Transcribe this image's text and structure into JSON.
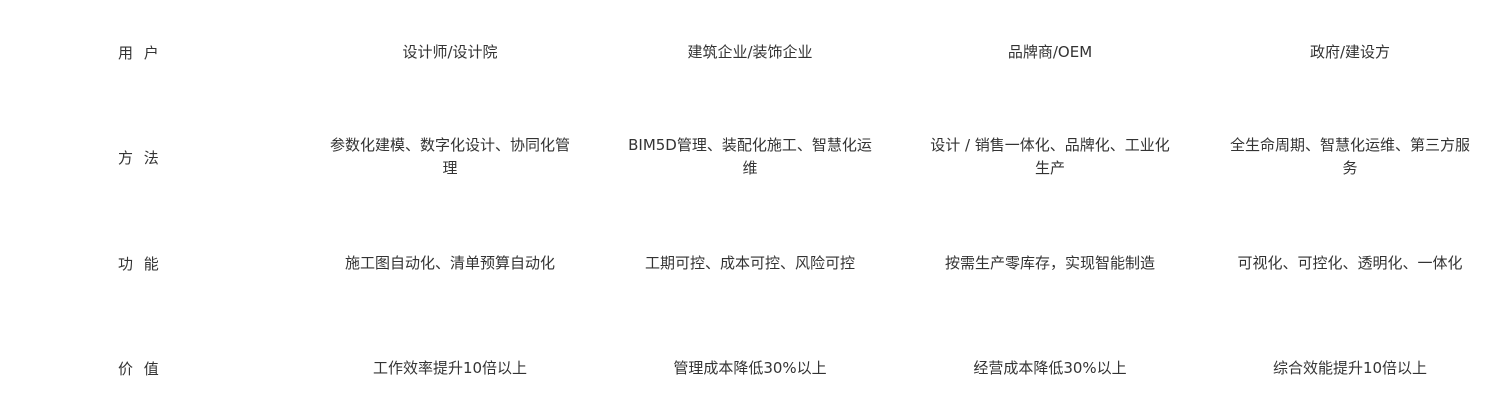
{
  "rows": [
    {
      "label": "用 户",
      "cells": [
        "设计师/设计院",
        "建筑企业/装饰企业",
        "品牌商/OEM",
        "政府/建设方"
      ]
    },
    {
      "label": "方 法",
      "cells": [
        "参数化建模、数字化设计、协同化管理",
        "BIM5D管理、装配化施工、智慧化运维",
        "设计 / 销售一体化、品牌化、工业化生产",
        "全生命周期、智慧化运维、第三方服务"
      ]
    },
    {
      "label": "功 能",
      "cells": [
        "施工图自动化、清单预算自动化",
        "工期可控、成本可控、风险可控",
        "按需生产零库存，实现智能制造",
        "可视化、可控化、透明化、一体化"
      ]
    },
    {
      "label": "价 值",
      "cells": [
        "工作效率提升10倍以上",
        "管理成本降低30%以上",
        "经营成本降低30%以上",
        "综合效能提升10倍以上"
      ]
    }
  ]
}
